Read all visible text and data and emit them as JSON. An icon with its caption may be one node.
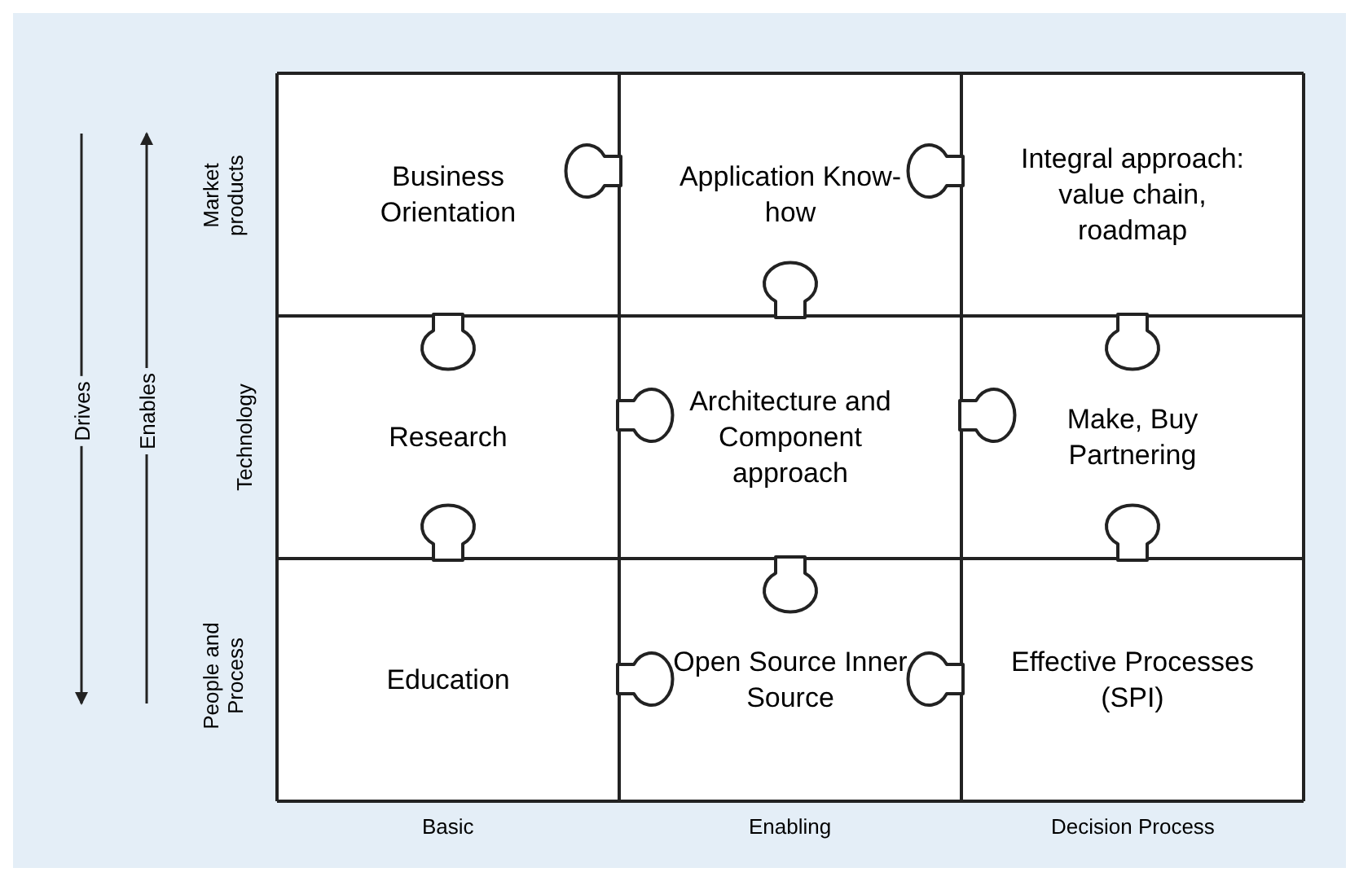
{
  "diagram": {
    "nodes": [
      {
        "text": [
          "Business Orientation"
        ]
      },
      {
        "text": [
          "Application Know-how"
        ]
      },
      {
        "text": [
          "Integral approach: value chain, roadmap"
        ]
      },
      {
        "text": [
          "Research"
        ]
      },
      {
        "text": [
          "Architecture and Component approach"
        ]
      },
      {
        "text": [
          "Make, Buy Partnering"
        ]
      },
      {
        "text": [
          "Education"
        ]
      },
      {
        "text": [
          "Open Source Inner Source"
        ]
      },
      {
        "text": [
          "Effective Processes (SPI)"
        ]
      }
    ],
    "edges": [],
    "labels": [
      "Drives",
      "Enables",
      "Market products",
      "Technology",
      "People and Process",
      "Basic",
      "Enabling",
      "Decision Process"
    ]
  }
}
